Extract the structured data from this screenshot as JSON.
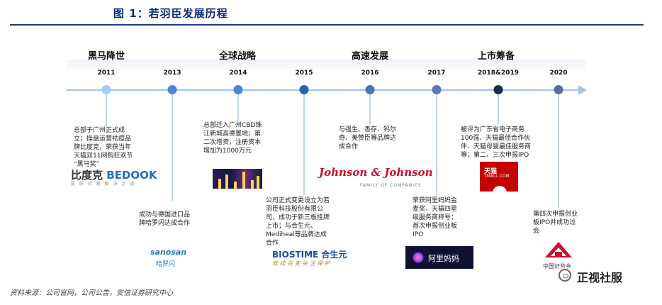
{
  "figure": {
    "title": "图 1：若羽臣发展历程"
  },
  "phases": [
    {
      "label": "黑马降世"
    },
    {
      "label": "全球战略"
    },
    {
      "label": "高速发展"
    },
    {
      "label": "上市筹备"
    }
  ],
  "timeline": [
    {
      "year": "2011",
      "dot_color": "#a9c8f0"
    },
    {
      "year": "2013",
      "dot_color": "#4a86d6"
    },
    {
      "year": "2014",
      "dot_color": "#4a86d6"
    },
    {
      "year": "2015",
      "dot_color": "#2f5fb0"
    },
    {
      "year": "2016",
      "dot_color": "#4a72b8"
    },
    {
      "year": "2017",
      "dot_color": "#5b78b2"
    },
    {
      "year": "2018&2019",
      "dot_color": "#1b2a4a"
    },
    {
      "year": "2020",
      "dot_color": "#5a6e9a"
    }
  ],
  "events": {
    "e2011": [
      "总部于广州正式成",
      "立；操盘运营祛痘品",
      "牌比度克，荣获当年",
      "天猫双11网购狂欢节",
      "“黑马奖”"
    ],
    "e2013": [
      "成功与德国进口品",
      "牌哈罗闪达成合作"
    ],
    "e2014": [
      "总部迁入广州CBD珠",
      "江新城高德置地；第",
      "二次增资，注册资本",
      "增加为1000万元"
    ],
    "e2015": [
      "公司正式变更设立为若",
      "羽臣科技股份有限公",
      "司，成功于新三板挂牌",
      "上市；与合生元、",
      "Mediheal等品牌达成",
      "合作"
    ],
    "e2016": [
      "与强生、善存、钙尔",
      "奇、美赞臣等品牌达",
      "成合作"
    ],
    "e2017": [
      "荣获阿里妈妈金",
      "麦奖、天猫四星",
      "级服务商称号；",
      "首次申报创业板",
      "IPO"
    ],
    "e2018": [
      "被评为广东省电子商务",
      "100强、天猫最佳合作伙",
      "伴、天猫母婴最佳服务商",
      "等；第二、三次申报IPO"
    ],
    "e2020": [
      "第四次申报创业",
      "板IPO并成功过",
      "会"
    ]
  },
  "logos": {
    "bedook_cn": "比度克",
    "bedook_en": "BEDOOK",
    "bedook_sub": "肌 肤 问 题 解 决 之 道",
    "jj": "Johnson & Johnson",
    "jj_sub": "FAMILY OF COMPANIES",
    "tmall_cn": "天猫",
    "tmall_en": "TMALL.COM",
    "sanosan": "sanosan",
    "sanosan_cn": "哈罗闪",
    "biostime": "BIOSTIME 合生元",
    "biostime_sub": "既  续  百  变  关  注  保  护",
    "alimama": "阿里妈妈",
    "csrc_sub": "中国证监会"
  },
  "source": "资料来源：公司官网，公司公告，安信证券研究中心",
  "watermark": "正视社服",
  "colors": {
    "title": "#0c2c78",
    "axis": "#a9c2e6",
    "jj_red": "#c8102e",
    "tmall_red": "#c40000"
  }
}
